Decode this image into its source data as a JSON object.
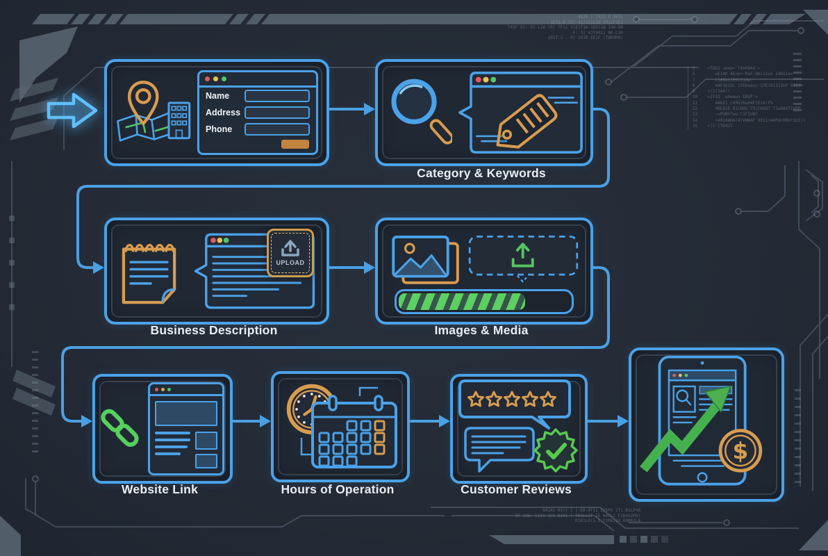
{
  "colors": {
    "background": "#242b36",
    "panel_fill": "#202834",
    "accent_blue": "#4ba2e8",
    "accent_orange": "#d89c50",
    "accent_green": "#55c45f",
    "growth_green": "#4caf50",
    "label_text": "#e9eef4"
  },
  "flow": {
    "start_arrow_icon": "arrow-right",
    "panels": [
      {
        "id": "business-info",
        "label": "",
        "icons": [
          "map-pin-icon",
          "building-icon",
          "map-icon",
          "browser-form-window"
        ],
        "form": {
          "fields": [
            "Name",
            "Address",
            "Phone"
          ],
          "button": "submit"
        }
      },
      {
        "id": "category-keywords",
        "label": "Category & Keywords",
        "icons": [
          "magnifier-icon",
          "tag-icon",
          "browser-bubble"
        ]
      },
      {
        "id": "business-description",
        "label": "Business Description",
        "icons": [
          "notepad-icon",
          "text-bubble"
        ],
        "upload_button": "UPLOAD"
      },
      {
        "id": "images-media",
        "label": "Images & Media",
        "icons": [
          "photo-icon",
          "upload-dropzone-icon",
          "progress-bar"
        ],
        "progress_percent": 74
      },
      {
        "id": "website-link",
        "label": "Website Link",
        "icons": [
          "link-icon",
          "webpage-window"
        ]
      },
      {
        "id": "hours-operation",
        "label": "Hours of Operation",
        "icons": [
          "clock-icon",
          "calendar-icon"
        ]
      },
      {
        "id": "customer-reviews",
        "label": "Customer Reviews",
        "icons": [
          "stars-bubble",
          "chat-bubble",
          "verified-badge-icon"
        ],
        "star_count": 5
      },
      {
        "id": "growth-results",
        "label": "",
        "icons": [
          "tablet-icon",
          "growth-arrow-icon",
          "dollar-coin-icon"
        ]
      }
    ]
  },
  "decor": {
    "note": "illegible miniature circuit-board caption text, approximated",
    "top_right_text": [
      "4E20 | 1411 0 50TF",
      "1E51,8 70T 41J101E1U V011F1E1",
      "T41F 01: 01 L1W (R) TF11 11E1T1W 1EE11W 140-88",
      "F: 3| 4JT0011 0E-L30",
      "101T 2 - 0| 101R EE1F (TW0OM4)"
    ],
    "code_lines": [
      "5     <TAG1 umop='T4X0BA4'>",
      "6        wE14K 4kup='RwF-Dmc11wx 14W11a>",
      "7        L1#Ba11001314w",
      "8        44F1E1UL (EEKuew)'CPE761111UP'011(>",
      "9     <(1(1A4)!",
      "10    <JY1Q .w9wewx EBUP'>",
      "11       4WkE1 C00U(KwH4F1E14)F%",
      "12       4BEB1E 01CHOU'T5(CKOUT T1w0A5T1UPP",
      "13       ~vPUBV7wu C1F1UW7",
      "14       +4014AHA(4)VWW4F'V011+A4PAc0BV+1p1)1",
      "15    <(1 (TD42T"
    ],
    "bottom_text": [
      "BA1A1 M1(| 1 | EB 4T11 5J1P0 1T1 B1LP4B",
      "5P 1UW- L111 1L5 8J61 | T0JLL1T 1E W4LL1 F1B5O2M4!",
      "R1B1L0(1 1 F1MA11R D0M01LB"
    ]
  }
}
